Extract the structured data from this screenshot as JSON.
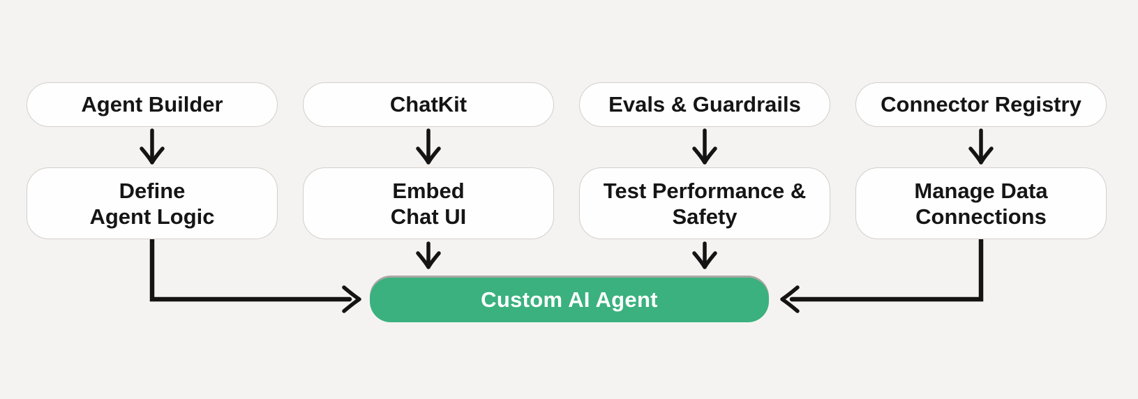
{
  "diagram": {
    "kind": "flowchart",
    "nodes": {
      "tools": [
        {
          "label": "Agent Builder"
        },
        {
          "label": "ChatKit"
        },
        {
          "label": "Evals & Guardrails"
        },
        {
          "label": "Connector Registry"
        }
      ],
      "actions": [
        {
          "line1": "Define",
          "line2": "Agent Logic"
        },
        {
          "line1": "Embed",
          "line2": "Chat UI"
        },
        {
          "line1": "Test Performance &",
          "line2": "Safety"
        },
        {
          "line1": "Manage Data",
          "line2": "Connections"
        }
      ],
      "result": {
        "label": "Custom AI Agent"
      }
    },
    "edges": [
      "Agent Builder -> Define Agent Logic",
      "ChatKit -> Embed Chat UI",
      "Evals & Guardrails -> Test Performance & Safety",
      "Connector Registry -> Manage Data Connections",
      "Define Agent Logic -> Custom AI Agent",
      "Embed Chat UI -> Custom AI Agent",
      "Test Performance & Safety -> Custom AI Agent",
      "Manage Data Connections -> Custom AI Agent"
    ]
  },
  "colors": {
    "background": "#f5f3f1",
    "node_fill": "#fefefe",
    "node_border": "#d2cfcb",
    "text": "#151515",
    "arrow": "#141414",
    "result_fill": "#3ab17e",
    "result_text": "#ffffff"
  }
}
